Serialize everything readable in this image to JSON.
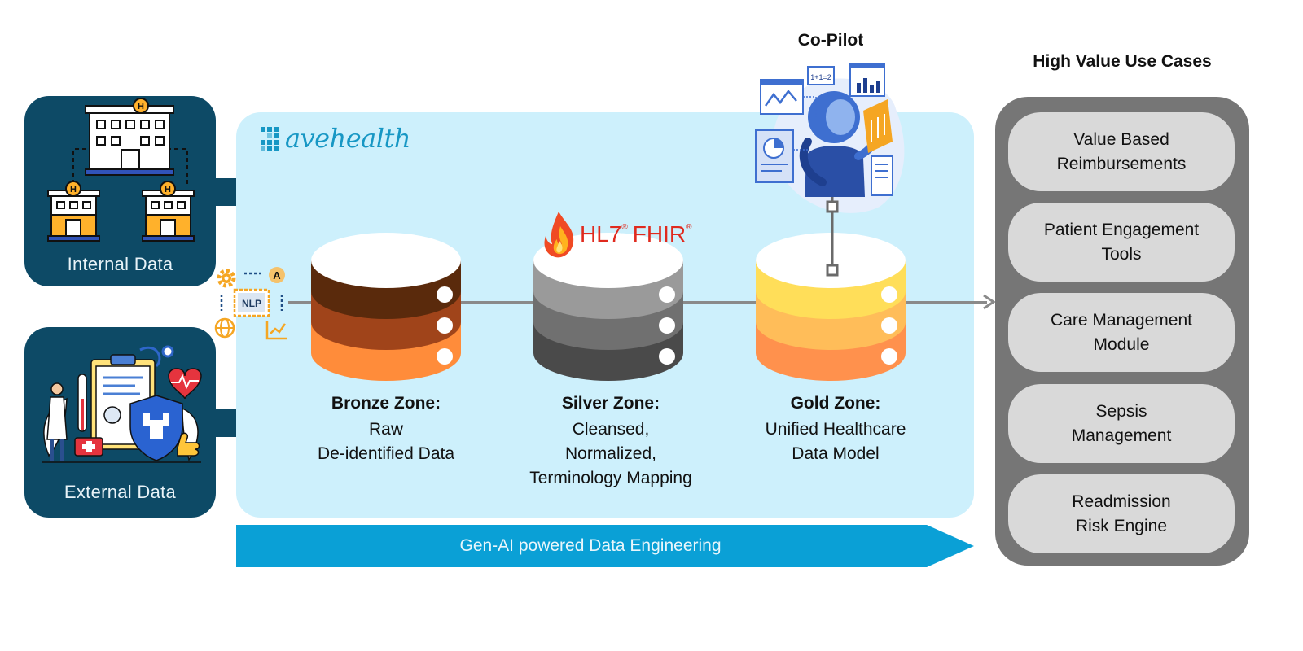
{
  "sources": {
    "internal": {
      "label": "Internal Data",
      "icon": "hospital-network-icon"
    },
    "external": {
      "label": "External Data",
      "icon": "medical-records-icon"
    }
  },
  "platform": {
    "brand": "avehealth",
    "nlp_label": "NLP",
    "nlp_badge": "A",
    "fhir_label": "HL7",
    "fhir_label_2": "FHIR",
    "zones": [
      {
        "title": "Bronze Zone:",
        "description": "Raw\nDe-identified Data",
        "colors": [
          "#5a2a0c",
          "#a0441a",
          "#ff8c3a"
        ]
      },
      {
        "title": "Silver Zone:",
        "description": "Cleansed,\nNormalized,\nTerminology Mapping",
        "colors": [
          "#9a9a9a",
          "#707070",
          "#4a4a4a"
        ]
      },
      {
        "title": "Gold Zone:",
        "description": "Unified Healthcare\nData Model",
        "colors": [
          "#ffde59",
          "#ffbd59",
          "#ff914d"
        ]
      }
    ],
    "banner": "Gen-AI powered Data Engineering"
  },
  "copilot": {
    "title": "Co-Pilot",
    "chip_label": "1+1=2"
  },
  "use_cases": {
    "title": "High Value Use Cases",
    "items": [
      "Value Based\nReimbursements",
      "Patient Engagement\nTools",
      "Care Management\nModule",
      "Sepsis\nManagement",
      "Readmission\nRisk Engine"
    ]
  },
  "colors": {
    "source_box": "#0d4a66",
    "platform_bg": "#cdf0fc",
    "banner": "#0aa0d6",
    "usecase_panel": "#767676",
    "usecase_item": "#d9d9d9"
  }
}
